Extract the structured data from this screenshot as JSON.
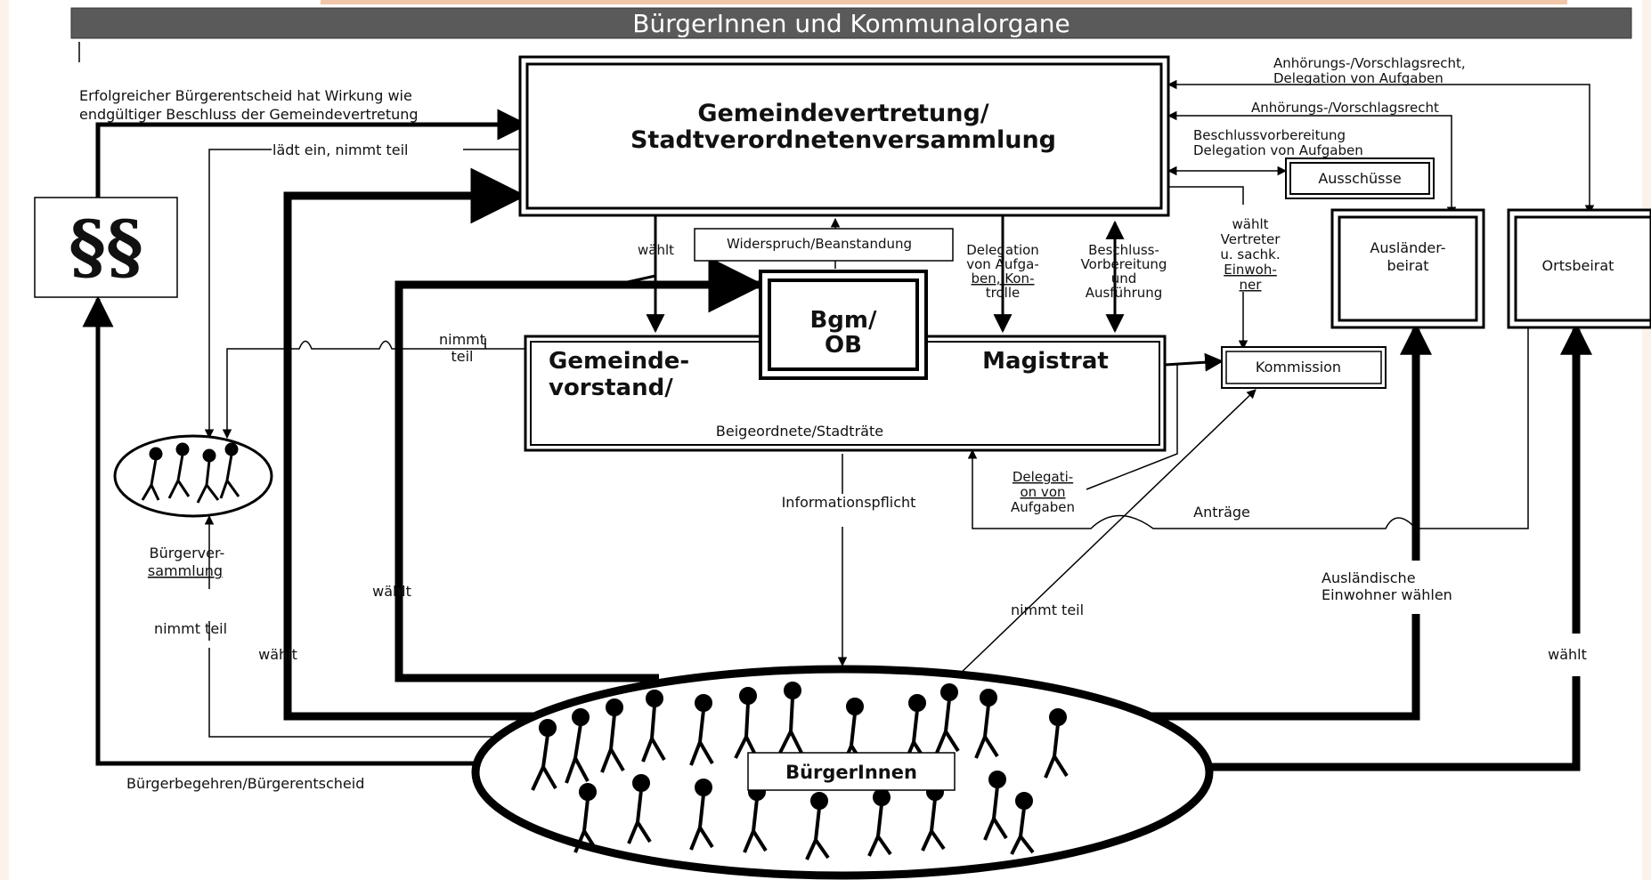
{
  "title": "BürgerInnen und Kommunalorgane",
  "colors": {
    "background": "#fdf2ea",
    "title_bar": "#5a5a5a",
    "title_text": "#ffffff",
    "line": "#000000",
    "misspell": "#dd2222"
  },
  "nodes": {
    "gemeindevertretung": {
      "line1": "Gemeindevertretung/",
      "line2": "Stadtverordnetenversammlung"
    },
    "paragraph": {
      "label": "§§"
    },
    "ausschuesse": {
      "label": "Ausschüsse"
    },
    "auslaenderbeirat": {
      "line1": "Ausländer-",
      "line2": "beirat"
    },
    "ortsbeirat": {
      "label": "Ortsbeirat"
    },
    "gemeindevorstand": {
      "line1": "Gemeinde-",
      "line2": "vorstand/",
      "magistrat": "Magistrat",
      "sub": "Beigeordnete/Stadträte"
    },
    "bgm": {
      "line1": "Bgm/",
      "line2": "OB"
    },
    "kommission": {
      "label": "Kommission"
    },
    "widerspruch": {
      "label": "Widerspruch/Beanstandung"
    },
    "buergerinnen": {
      "label": "BürgerInnen"
    },
    "buergerversammlung": {
      "line1": "Bürgerver-",
      "line2": "sammlung"
    }
  },
  "edges": {
    "buergerentscheid_wirkung": {
      "line1": "Erfolgreicher Bürgerentscheid hat Wirkung wie",
      "line2": "endgültiger Beschluss der Gemeindevertretung"
    },
    "laedt_ein": "lädt ein, nimmt teil",
    "anhoerung_delegation": {
      "line1": "Anhörungs-/Vorschlagsrecht,",
      "line2": "Delegation von Aufgaben"
    },
    "anhoerung": "Anhörungs-/Vorschlagsrecht",
    "beschlussvorbereitung": {
      "line1": "Beschlussvorbereitung",
      "line2": "Delegation von Aufgaben"
    },
    "waehlt_vertreter": {
      "line1": "wählt",
      "line2": "Vertreter",
      "line3": "u. sachk.",
      "line4": "Einwoh-",
      "line5": "ner"
    },
    "waehlt_vorstand": "wählt",
    "delegation_kontrolle": {
      "line1": "Delegation",
      "line2": "von Aufga-",
      "line3": "ben, Kon-",
      "line4": "trolle"
    },
    "beschluss_vorbereitung_ausfuehrung": {
      "line1": "Beschluss-",
      "line2": "Vorbereitung",
      "line3": "und",
      "line4": "Ausführung"
    },
    "nimmt_teil_top": {
      "line1": "nimmt",
      "line2": "teil"
    },
    "informationspflicht": "Informationspflicht",
    "delegation_aufgaben": {
      "line1": "Delegati-",
      "line2": "on von",
      "line3": "Aufgaben"
    },
    "antraege": "Anträge",
    "nimmt_teil_kommission": "nimmt teil",
    "auslaendische_waehlen": {
      "line1": "Ausländische",
      "line2": "Einwohner wählen"
    },
    "waehlt_ortsbeirat": "wählt",
    "waehlt_magistrat": "wählt",
    "waehlt_gv": "wählt",
    "nimmt_teil_bv": "nimmt teil",
    "buergerbegehren": "Bürgerbegehren/Bürgerentscheid"
  }
}
